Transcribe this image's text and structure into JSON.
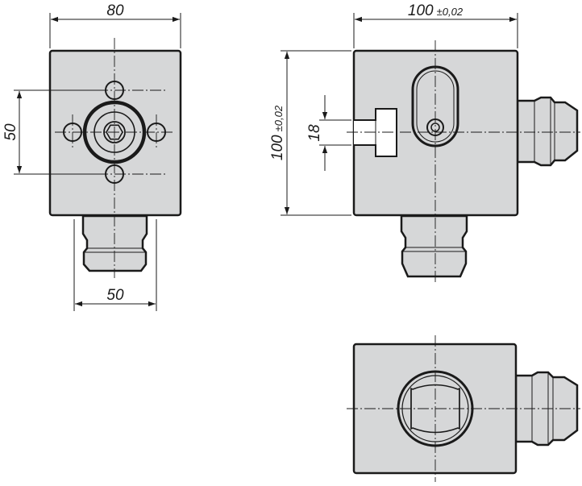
{
  "colors": {
    "part_fill": "#d6d7d8",
    "outline": "#1a1a1a",
    "background": "#ffffff"
  },
  "front_view": {
    "width_label": "80",
    "hole_spacing_label": "50",
    "pin_width_label": "50"
  },
  "side_view": {
    "length_label": "100",
    "length_tolerance": "±0,02",
    "height_label": "100",
    "height_tolerance": "±0,02",
    "slot_label": "18"
  }
}
